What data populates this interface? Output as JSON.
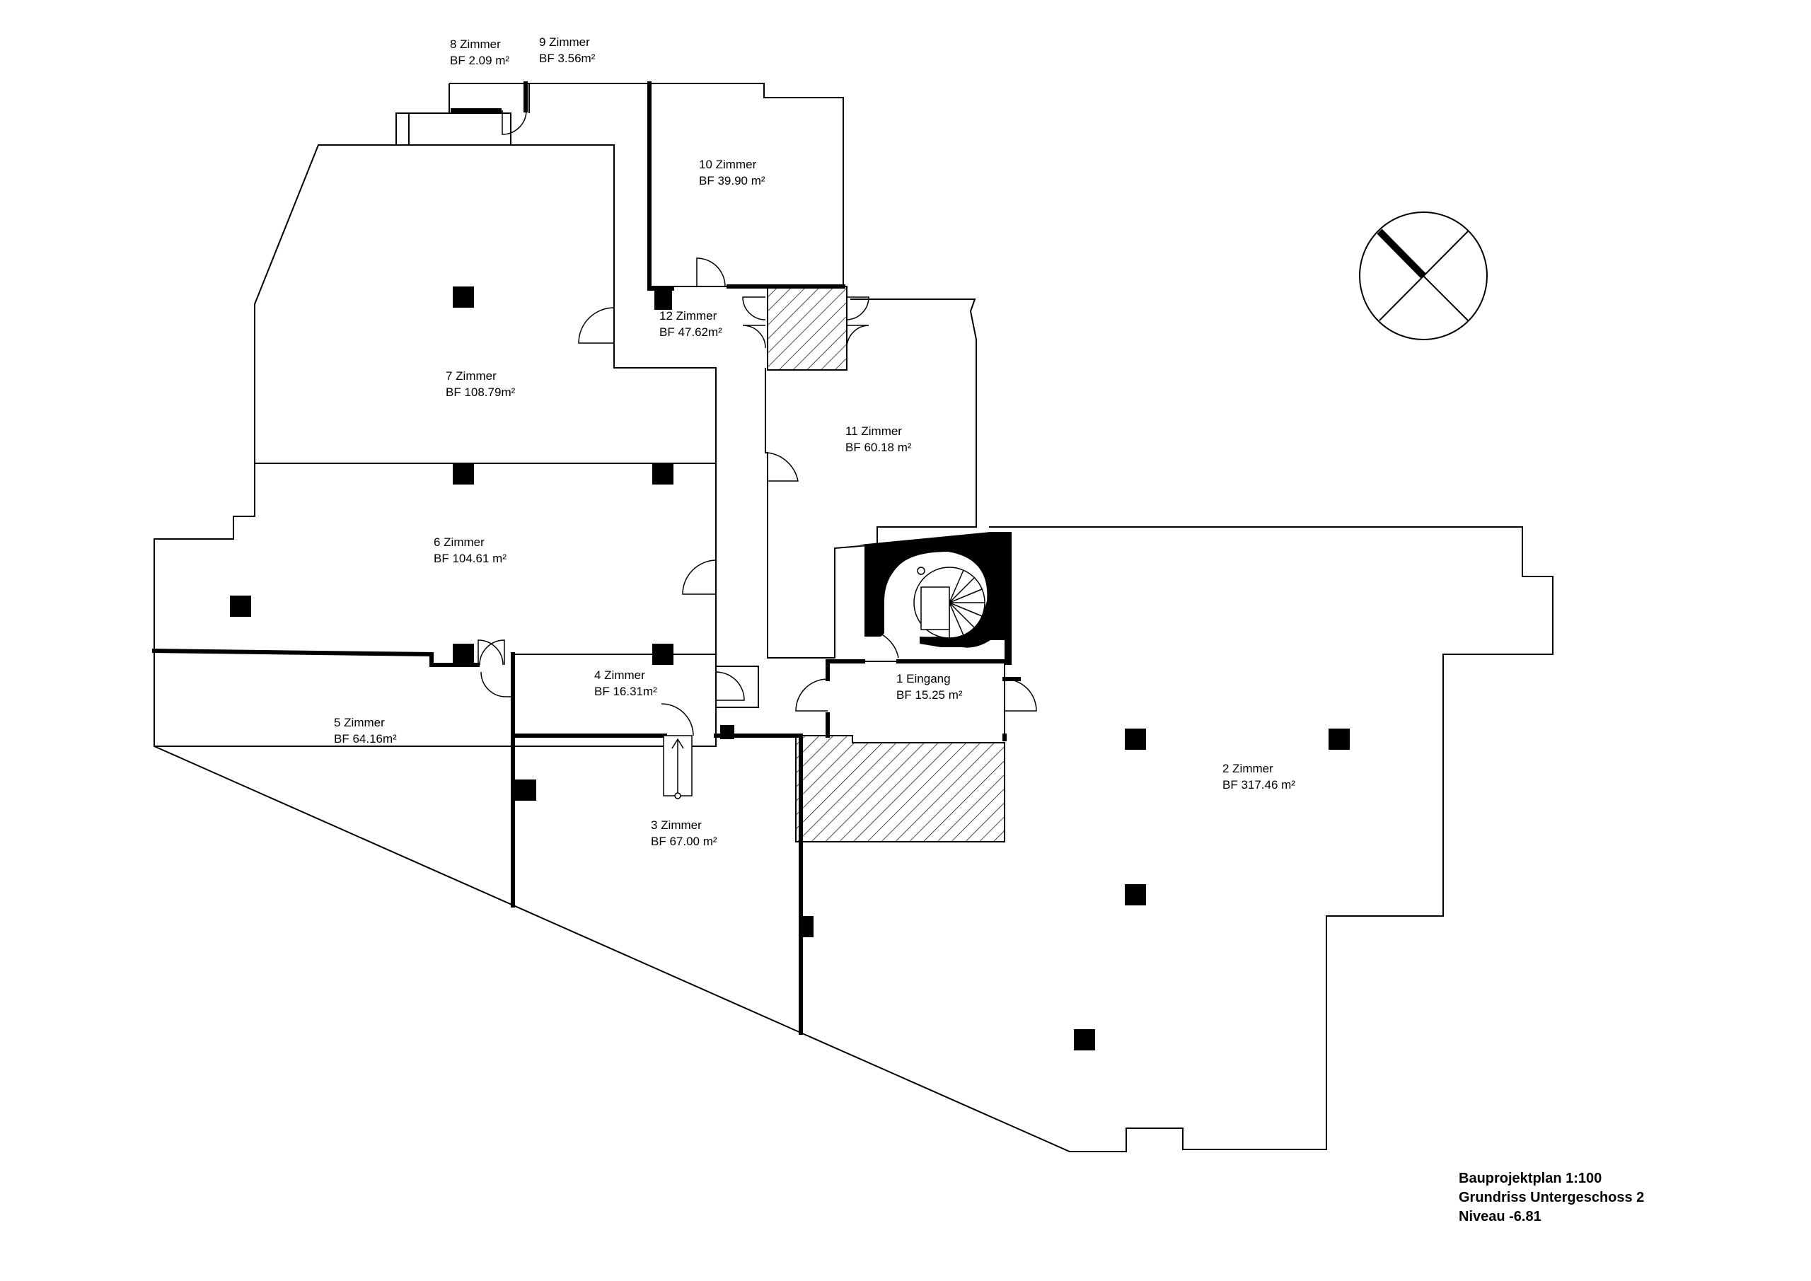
{
  "rooms": [
    {
      "name": "1 Eingang",
      "area": "BF 15.25 m²"
    },
    {
      "name": "2 Zimmer",
      "area": "BF 317.46 m²"
    },
    {
      "name": "3 Zimmer",
      "area": "BF 67.00 m²"
    },
    {
      "name": "4 Zimmer",
      "area": "BF 16.31m²"
    },
    {
      "name": "5 Zimmer",
      "area": "BF 64.16m²"
    },
    {
      "name": "6 Zimmer",
      "area": "BF 104.61 m²"
    },
    {
      "name": "7 Zimmer",
      "area": "BF 108.79m²"
    },
    {
      "name": "8 Zimmer",
      "area": "BF 2.09 m²"
    },
    {
      "name": "9 Zimmer",
      "area": "BF 3.56m²"
    },
    {
      "name": "10 Zimmer",
      "area": "BF 39.90 m²"
    },
    {
      "name": "11 Zimmer",
      "area": "BF 60.18 m²"
    },
    {
      "name": "12 Zimmer",
      "area": "BF 47.62m²"
    }
  ],
  "title_block": {
    "line1": "Bauprojektplan 1:100",
    "line2": "Grundriss Untergeschoss 2",
    "line3": "Niveau -6.81"
  },
  "icons": {
    "north_arrow": "north-arrow-icon",
    "stair": "spiral-stair-icon"
  },
  "colors": {
    "line": "#000000",
    "background": "#ffffff"
  }
}
